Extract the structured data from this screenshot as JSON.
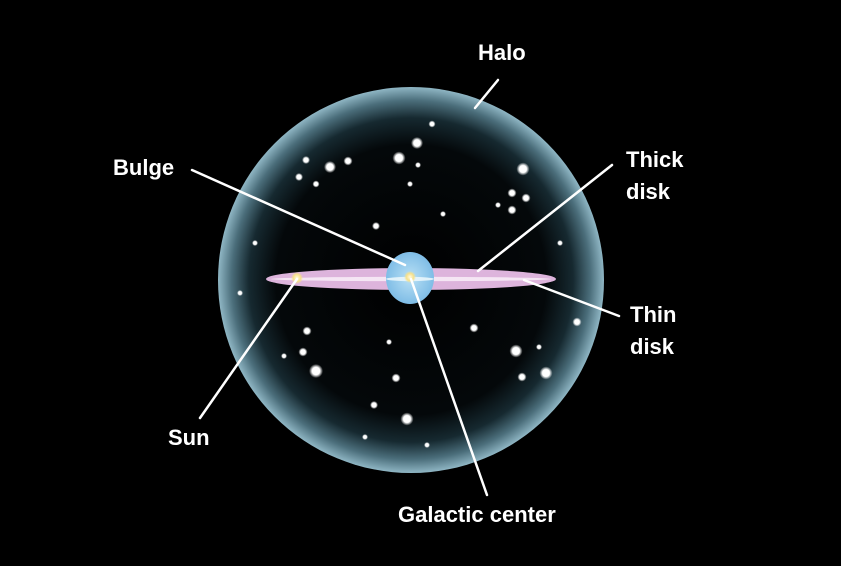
{
  "diagram": {
    "labels": {
      "halo": "Halo",
      "bulge": "Bulge",
      "thick_disk_line1": "Thick",
      "thick_disk_line2": "disk",
      "thin_disk_line1": "Thin",
      "thin_disk_line2": "disk",
      "sun": "Sun",
      "galactic_center": "Galactic center"
    },
    "colors": {
      "background": "#000000",
      "halo_edge": "#8fb6c4",
      "bulge": "#8ec6ea",
      "thin_disk": "#ddb4dc",
      "sun": "#f6e08a",
      "leader_line": "#ffffff",
      "text": "#ffffff"
    }
  }
}
